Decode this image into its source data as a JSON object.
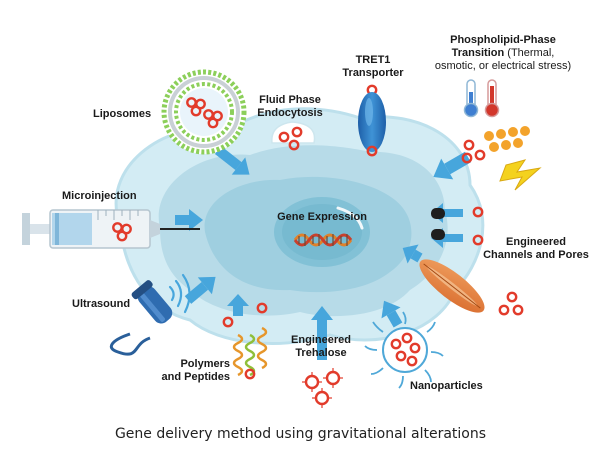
{
  "diagram": {
    "center_label": "Gene Expression",
    "labels": {
      "liposomes": "Liposomes",
      "fluid_phase_1": "Fluid Phase",
      "fluid_phase_2": "Endocytosis",
      "tret1_1": "TRET1",
      "tret1_2": "Transporter",
      "ppt_1": "Phospholipid-Phase",
      "ppt_2a": "Transition",
      "ppt_2b": " (Thermal,",
      "ppt_3": "osmotic, or electrical stress)",
      "microinjection": "Microinjection",
      "channels_1": "Engineered",
      "channels_2": "Channels and Pores",
      "ultrasound": "Ultrasound",
      "polymers_1": "Polymers",
      "polymers_2": "and Peptides",
      "trehalose_1": "Engineered",
      "trehalose_2": "Trehalose",
      "nanoparticles": "Nanoparticles"
    },
    "colors": {
      "cell_outer": "#cfe8f1",
      "cell_inner": "#a8d2e2",
      "nucleus": "#7fbfd3",
      "arrow": "#47a6dc",
      "cargo": "#e23b2b",
      "tret1": "#2a75bb",
      "liposome_head": "#8ccf5a",
      "nanoparticle": "#4fa8d8"
    }
  },
  "caption": "Gene delivery method using gravitational alterations"
}
